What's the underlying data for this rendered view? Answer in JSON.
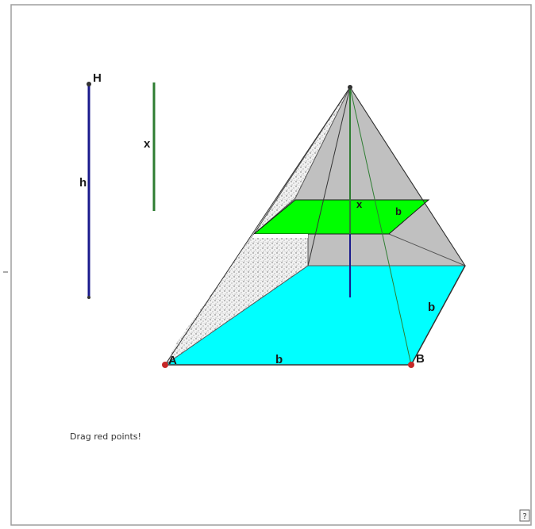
{
  "labels": {
    "H": "H",
    "h": "h",
    "x_ruler": "x",
    "x_inner": "x",
    "A": "A",
    "B": "B",
    "b_bottom": "b",
    "b_side": "b",
    "b_cross": "b"
  },
  "instruction": "Drag red points!",
  "help_button": "?",
  "colors": {
    "base_fill": "#00ffff",
    "cross_section_fill": "#00ff00",
    "pyramid_grey": "#c0c0c0",
    "h_line": "#1a1a8c",
    "x_line": "#2e7d32",
    "drag_point": "#c62828",
    "frame": "#9e9e9e"
  }
}
